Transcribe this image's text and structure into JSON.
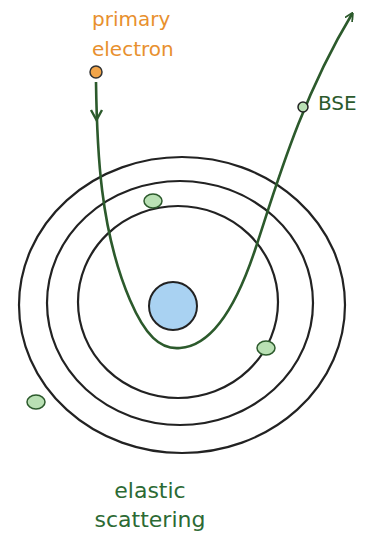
{
  "diagram": {
    "labels": [
      "primary electron",
      "BSE",
      "elastic scattering"
    ]
  }
}
